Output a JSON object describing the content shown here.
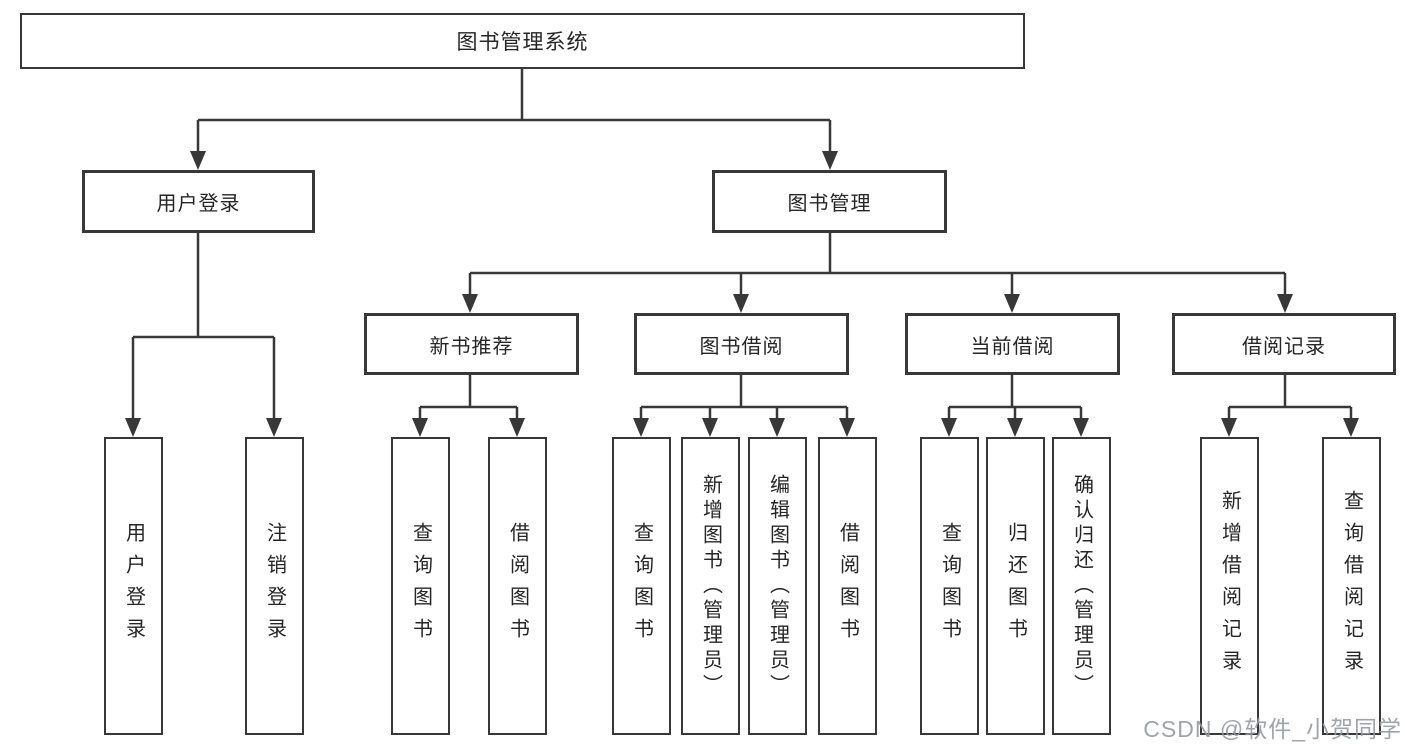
{
  "diagram": {
    "type": "hierarchy-tree",
    "root": {
      "label": "图书管理系统"
    },
    "level2": [
      {
        "label": "用户登录"
      },
      {
        "label": "图书管理"
      }
    ],
    "level3": [
      {
        "label": "新书推荐",
        "parent": "图书管理"
      },
      {
        "label": "图书借阅",
        "parent": "图书管理"
      },
      {
        "label": "当前借阅",
        "parent": "图书管理"
      },
      {
        "label": "借阅记录",
        "parent": "图书管理"
      }
    ],
    "leaves": [
      {
        "label": "用户登录",
        "parent": "用户登录"
      },
      {
        "label": "注销登录",
        "parent": "用户登录"
      },
      {
        "label": "查询图书",
        "parent": "新书推荐"
      },
      {
        "label": "借阅图书",
        "parent": "新书推荐"
      },
      {
        "label": "查询图书",
        "parent": "图书借阅"
      },
      {
        "label": "新增图书（管理员）",
        "parent": "图书借阅"
      },
      {
        "label": "编辑图书（管理员）",
        "parent": "图书借阅"
      },
      {
        "label": "借阅图书",
        "parent": "图书借阅"
      },
      {
        "label": "查询图书",
        "parent": "当前借阅"
      },
      {
        "label": "归还图书",
        "parent": "当前借阅"
      },
      {
        "label": "确认归还（管理员）",
        "parent": "当前借阅"
      },
      {
        "label": "新增借阅记录",
        "parent": "借阅记录"
      },
      {
        "label": "查询借阅记录",
        "parent": "借阅记录"
      }
    ],
    "watermark": "CSDN @软件_小贺同学",
    "colors": {
      "line": "#383838",
      "box_border": "#383838",
      "text": "#262626",
      "background": "#ffffff",
      "watermark": "#949aa1"
    }
  }
}
